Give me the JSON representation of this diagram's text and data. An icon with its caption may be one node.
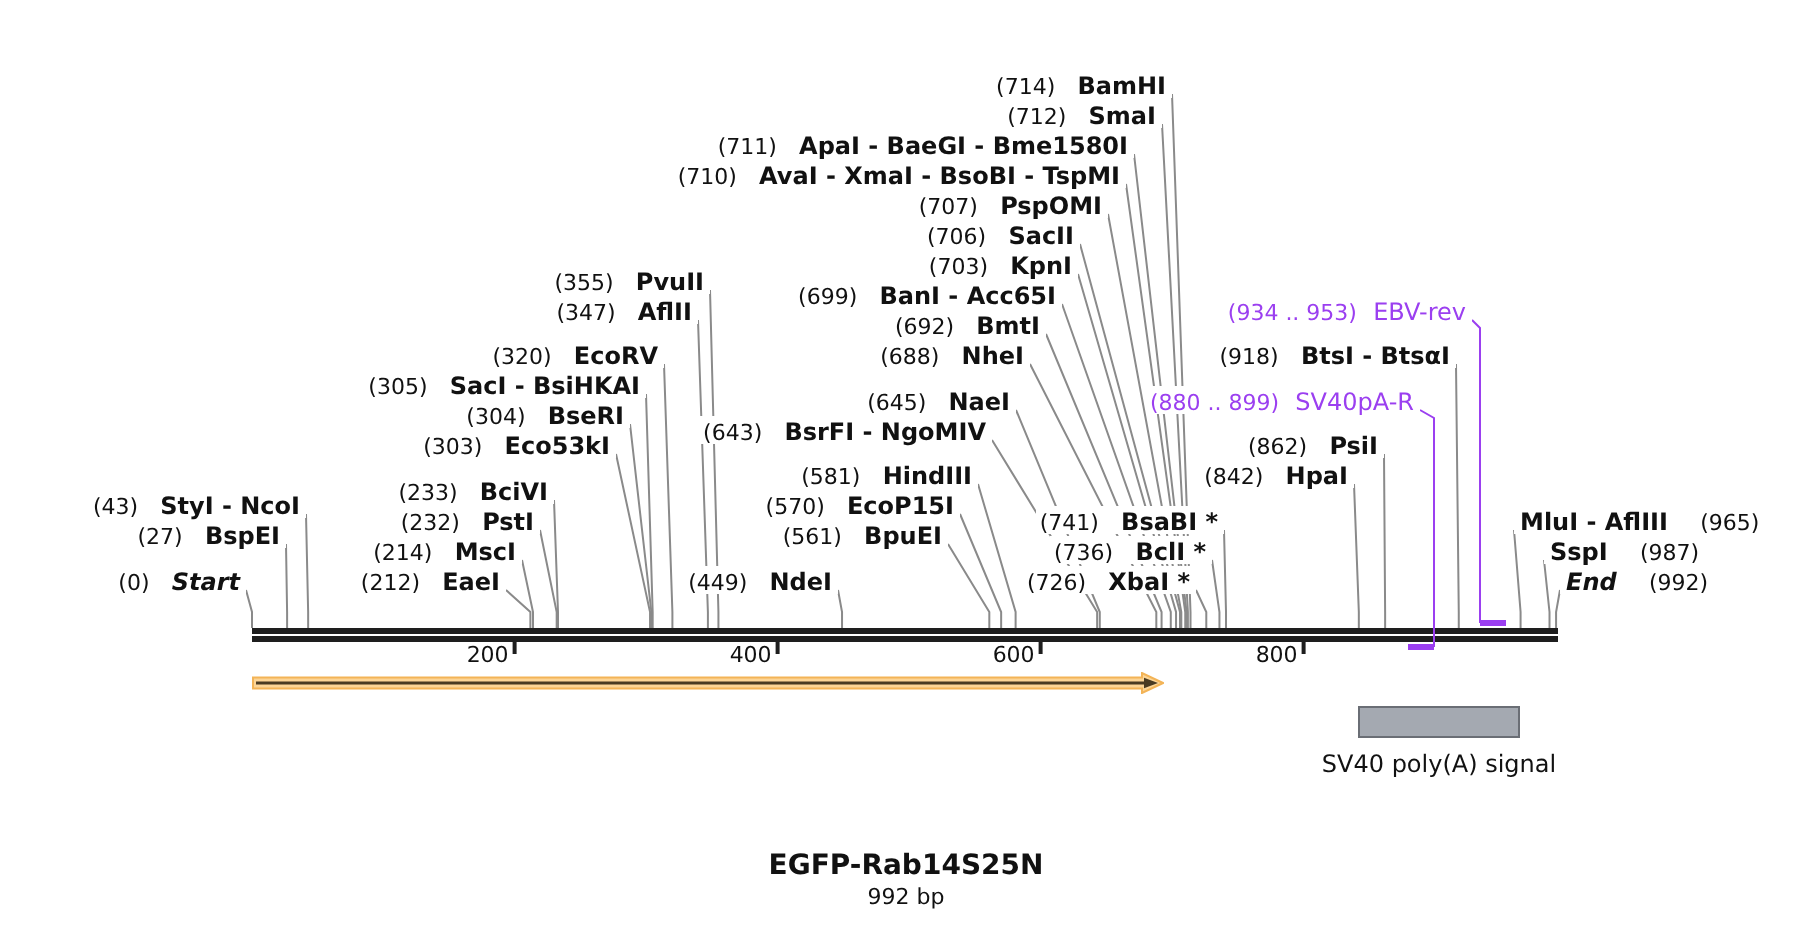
{
  "diagram": {
    "title": "EGFP-Rab14S25N",
    "caption": "992 bp",
    "nodes": [
      {
        "text": [
          "(714)",
          "BamHI"
        ]
      },
      {
        "text": [
          "(712)",
          "SmaI"
        ]
      },
      {
        "text": [
          "(711)",
          "ApaI - BaeGI - Bme1580I"
        ]
      },
      {
        "text": [
          "(710)",
          "AvaI - XmaI - BsoBI - TspMI"
        ]
      },
      {
        "text": [
          "(707)",
          "PspOMI"
        ]
      },
      {
        "text": [
          "(706)",
          "SacII"
        ]
      },
      {
        "text": [
          "(703)",
          "KpnI"
        ]
      },
      {
        "text": [
          "(355)",
          "PvuII"
        ]
      },
      {
        "text": [
          "(699)",
          "BanI - Acc65I"
        ]
      },
      {
        "text": [
          "(347)",
          "AflII"
        ]
      },
      {
        "text": [
          "(934 .. 953)",
          "EBV-rev"
        ]
      },
      {
        "text": [
          "(692)",
          "BmtI"
        ]
      },
      {
        "text": [
          "(320)",
          "EcoRV"
        ]
      },
      {
        "text": [
          "(688)",
          "NheI"
        ]
      },
      {
        "text": [
          "(918)",
          "BtsI - BtsαI"
        ]
      },
      {
        "text": [
          "(305)",
          "SacI - BsiHKAI"
        ]
      },
      {
        "text": [
          "(645)",
          "NaeI"
        ]
      },
      {
        "text": [
          "(880 .. 899)",
          "SV40pA-R"
        ]
      },
      {
        "text": [
          "(304)",
          "BseRI"
        ]
      },
      {
        "text": [
          "(643)",
          "BsrFI - NgoMIV"
        ]
      },
      {
        "text": [
          "(303)",
          "Eco53kI"
        ]
      },
      {
        "text": [
          "(862)",
          "PsiI"
        ]
      },
      {
        "text": [
          "(581)",
          "HindIII"
        ]
      },
      {
        "text": [
          "(842)",
          "HpaI"
        ]
      },
      {
        "text": [
          "(233)",
          "BciVI"
        ]
      },
      {
        "text": [
          "(43)",
          "StyI - NcoI"
        ]
      },
      {
        "text": [
          "(570)",
          "EcoP15I"
        ]
      },
      {
        "text": [
          "(232)",
          "PstI"
        ]
      },
      {
        "text": [
          "(741)",
          "BsaBI *"
        ]
      },
      {
        "text": [
          "MluI - AflIII",
          "(965)"
        ]
      },
      {
        "text": [
          "(27)",
          "BspEI"
        ]
      },
      {
        "text": [
          "(561)",
          "BpuEI"
        ]
      },
      {
        "text": [
          "(214)",
          "MscI"
        ]
      },
      {
        "text": [
          "(736)",
          "BclI *"
        ]
      },
      {
        "text": [
          "SspI",
          "(987)"
        ]
      },
      {
        "text": [
          "(0)",
          "Start"
        ]
      },
      {
        "text": [
          "(212)",
          "EaeI"
        ]
      },
      {
        "text": [
          "(449)",
          "NdeI"
        ]
      },
      {
        "text": [
          "(726)",
          "XbaI *"
        ]
      },
      {
        "text": [
          "End",
          "(992)"
        ]
      },
      {
        "text": [],
        "shape": "bar"
      },
      {
        "text": [],
        "shape": "bar"
      },
      {
        "text": [],
        "shape": "bar"
      },
      {
        "text": [],
        "shape": "arrow"
      },
      {
        "text": [
          "SV40 poly(A) signal"
        ]
      }
    ],
    "edges": [
      {
        "from": 0,
        "to": 41,
        "arrow": "none"
      },
      {
        "from": 1,
        "to": 41,
        "arrow": "none"
      },
      {
        "from": 2,
        "to": 41,
        "arrow": "none"
      },
      {
        "from": 3,
        "to": 41,
        "arrow": "none"
      },
      {
        "from": 4,
        "to": 41,
        "arrow": "none"
      },
      {
        "from": 5,
        "to": 41,
        "arrow": "none"
      },
      {
        "from": 6,
        "to": 41,
        "arrow": "none"
      },
      {
        "from": 7,
        "to": 41,
        "arrow": "none"
      },
      {
        "from": 8,
        "to": 41,
        "arrow": "none"
      },
      {
        "from": 9,
        "to": 41,
        "arrow": "none"
      },
      {
        "from": 10,
        "to": 40,
        "arrow": "none",
        "color": "#9b3ff0"
      },
      {
        "from": 11,
        "to": 41,
        "arrow": "none"
      },
      {
        "from": 12,
        "to": 41,
        "arrow": "none"
      },
      {
        "from": 13,
        "to": 41,
        "arrow": "none"
      },
      {
        "from": 14,
        "to": 41,
        "arrow": "none"
      },
      {
        "from": 15,
        "to": 41,
        "arrow": "none"
      },
      {
        "from": 16,
        "to": 41,
        "arrow": "none"
      },
      {
        "from": 17,
        "to": 42,
        "arrow": "none",
        "color": "#9b3ff0"
      },
      {
        "from": 18,
        "to": 41,
        "arrow": "none"
      },
      {
        "from": 19,
        "to": 41,
        "arrow": "none"
      },
      {
        "from": 20,
        "to": 41,
        "arrow": "none"
      },
      {
        "from": 21,
        "to": 41,
        "arrow": "none"
      },
      {
        "from": 22,
        "to": 41,
        "arrow": "none"
      },
      {
        "from": 23,
        "to": 41,
        "arrow": "none"
      },
      {
        "from": 24,
        "to": 41,
        "arrow": "none"
      },
      {
        "from": 25,
        "to": 41,
        "arrow": "none"
      },
      {
        "from": 26,
        "to": 41,
        "arrow": "none"
      },
      {
        "from": 27,
        "to": 41,
        "arrow": "none"
      },
      {
        "from": 28,
        "to": 41,
        "arrow": "none"
      },
      {
        "from": 29,
        "to": 41,
        "arrow": "none"
      },
      {
        "from": 30,
        "to": 41,
        "arrow": "none"
      },
      {
        "from": 31,
        "to": 41,
        "arrow": "none"
      },
      {
        "from": 32,
        "to": 41,
        "arrow": "none"
      },
      {
        "from": 33,
        "to": 41,
        "arrow": "none"
      },
      {
        "from": 34,
        "to": 41,
        "arrow": "none"
      },
      {
        "from": 35,
        "to": 41,
        "arrow": "none"
      },
      {
        "from": 36,
        "to": 41,
        "arrow": "none"
      },
      {
        "from": 37,
        "to": 41,
        "arrow": "none"
      },
      {
        "from": 38,
        "to": 41,
        "arrow": "none"
      },
      {
        "from": 39,
        "to": 41,
        "arrow": "none"
      }
    ],
    "labels": [
      "200",
      "400",
      "600",
      "800"
    ]
  }
}
